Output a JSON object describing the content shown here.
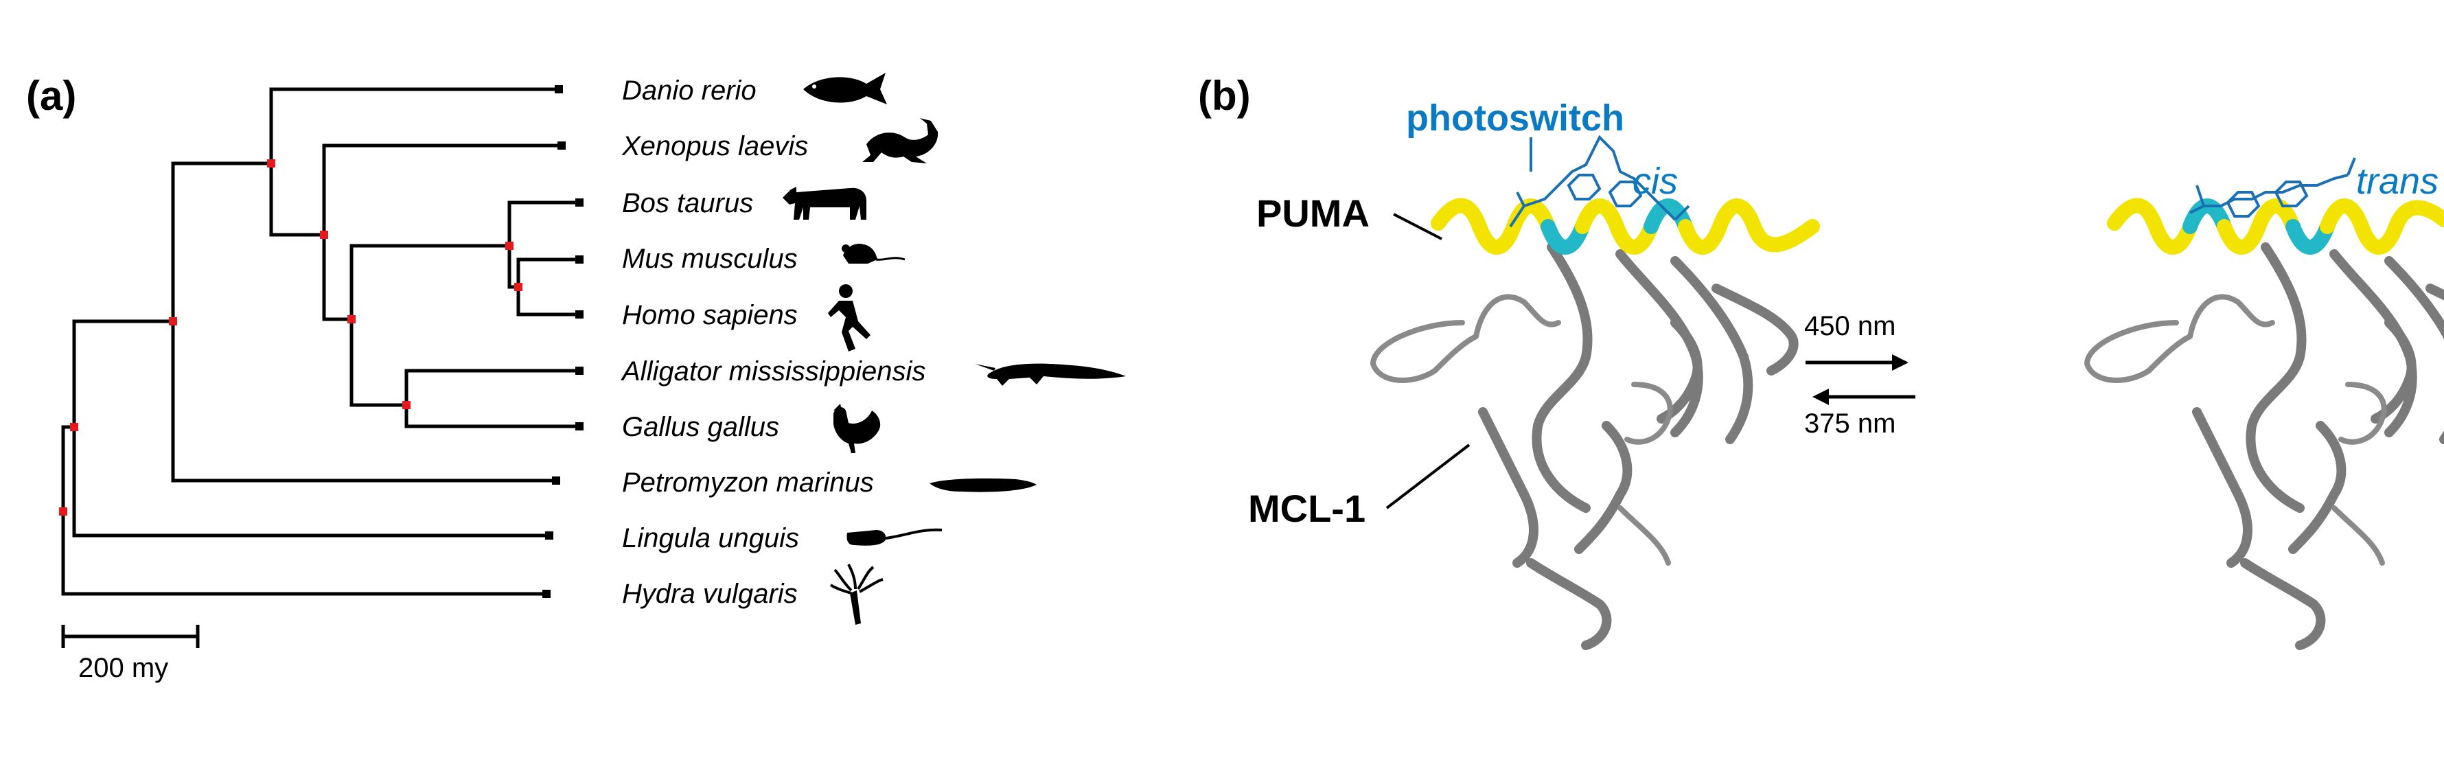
{
  "panel_a": {
    "label": "(a)",
    "species": [
      {
        "name": "Danio rerio",
        "silhouette": "fish-silhouette"
      },
      {
        "name": "Xenopus laevis",
        "silhouette": "frog-silhouette"
      },
      {
        "name": "Bos taurus",
        "silhouette": "cow-silhouette"
      },
      {
        "name": "Mus musculus",
        "silhouette": "mouse-silhouette"
      },
      {
        "name": "Homo sapiens",
        "silhouette": "human-runner-silhouette"
      },
      {
        "name": "Alligator mississippiensis",
        "silhouette": "alligator-silhouette"
      },
      {
        "name": "Gallus gallus",
        "silhouette": "rooster-silhouette"
      },
      {
        "name": "Petromyzon marinus",
        "silhouette": "lamprey-silhouette"
      },
      {
        "name": "Lingula unguis",
        "silhouette": "brachiopod-silhouette"
      },
      {
        "name": "Hydra vulgaris",
        "silhouette": "hydra-silhouette"
      }
    ],
    "scale_bar_label": "200 my",
    "node_marker_color": "#e41a1c"
  },
  "panel_b": {
    "label": "(b)",
    "puma_label": "PUMA",
    "mcl1_label": "MCL-1",
    "photoswitch_label": "photoswitch",
    "cis_label": "cis",
    "trans_label": "trans",
    "forward_wavelength": "450 nm",
    "reverse_wavelength": "375 nm",
    "colors": {
      "puma_helix": "#f2e400",
      "photoswitch_segment": "#22b8c8",
      "photoswitch_text": "#0a7bc2",
      "mcl1": "#7a7a7a"
    }
  }
}
